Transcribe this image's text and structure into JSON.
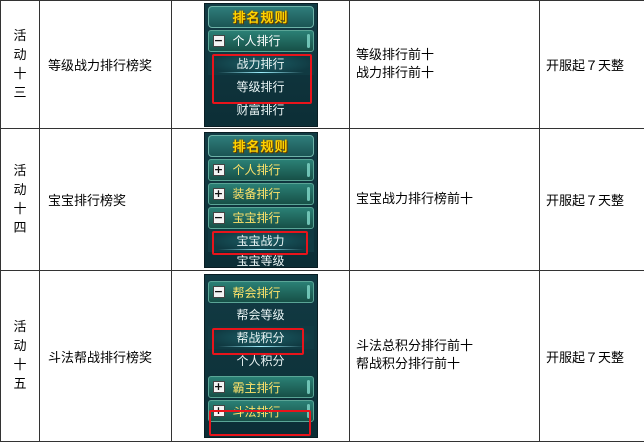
{
  "rows": [
    {
      "act_chars": [
        "活",
        "动",
        "十",
        "三"
      ],
      "name": "等级战力排行榜奖",
      "desc": [
        "等级排行前十",
        "战力排行前十"
      ],
      "time": "开服起７天整",
      "panel": {
        "title": "排名规则",
        "items": [
          {
            "type": "head",
            "sign": "−",
            "label": "个人排行",
            "white": true
          },
          {
            "type": "sub",
            "label": "战力排行",
            "glow": true
          },
          {
            "type": "sub",
            "label": "等级排行"
          },
          {
            "type": "sub",
            "label": "财富排行"
          }
        ]
      }
    },
    {
      "act_chars": [
        "活",
        "动",
        "十",
        "四"
      ],
      "name": "宝宝排行榜奖",
      "desc": [
        "宝宝战力排行榜前十"
      ],
      "time": "开服起７天整",
      "panel": {
        "title": "排名规则",
        "items": [
          {
            "type": "head",
            "sign": "+",
            "label": "个人排行"
          },
          {
            "type": "head",
            "sign": "+",
            "label": "装备排行"
          },
          {
            "type": "head",
            "sign": "−",
            "label": "宝宝排行"
          },
          {
            "type": "sub",
            "label": "宝宝战力",
            "glow": true
          },
          {
            "type": "sub",
            "label": "宝宝等级"
          }
        ]
      }
    },
    {
      "act_chars": [
        "活",
        "动",
        "十",
        "五"
      ],
      "name": "斗法帮战排行榜奖",
      "desc": [
        "斗法总积分排行前十",
        "帮战积分排行前十"
      ],
      "time": "开服起７天整",
      "panel": {
        "title": "",
        "items": [
          {
            "type": "head",
            "sign": "−",
            "label": "帮会排行"
          },
          {
            "type": "sub",
            "label": "帮会等级"
          },
          {
            "type": "sub",
            "label": "帮战积分",
            "glow": true
          },
          {
            "type": "sub",
            "label": "个人积分"
          },
          {
            "type": "head",
            "sign": "+",
            "label": "霸主排行"
          },
          {
            "type": "head",
            "sign": "+",
            "label": "斗法排行"
          }
        ]
      }
    }
  ]
}
